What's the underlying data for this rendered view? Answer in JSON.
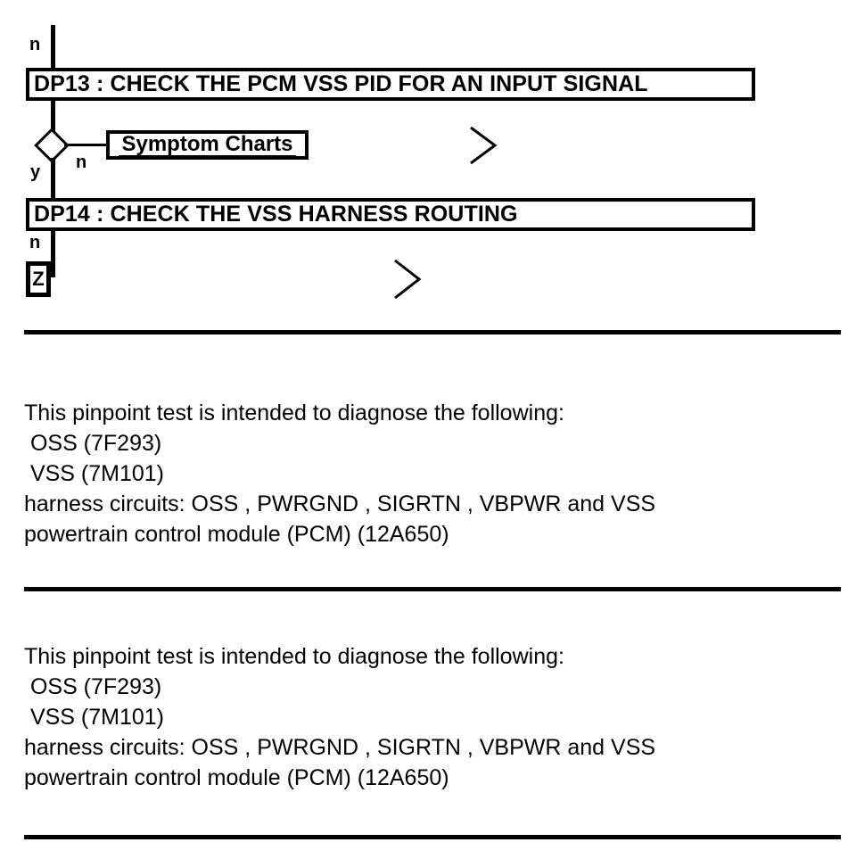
{
  "flow": {
    "top_branch_label": "n",
    "steps": [
      {
        "id": "dp13",
        "label": "DP13 : CHECK THE PCM VSS PID FOR AN INPUT SIGNAL"
      },
      {
        "id": "dp14",
        "label": "DP14 : CHECK THE VSS HARNESS ROUTING"
      }
    ],
    "decision": {
      "yes_label": "y",
      "no_label": "n"
    },
    "reference_box": {
      "label": "Symptom Charts"
    },
    "dp14_branch_label": "n",
    "tag_box": {
      "label": "Z"
    },
    "chevrons": [
      {
        "name": "continuation-chevron-1"
      },
      {
        "name": "continuation-chevron-2"
      }
    ]
  },
  "body_blocks": [
    {
      "id": "block-1",
      "lines": [
        "This pinpoint test is intended to diagnose the following:",
        " OSS (7F293)",
        " VSS (7M101)",
        "harness circuits: OSS , PWRGND , SIGRTN , VBPWR and VSS",
        "powertrain control module (PCM) (12A650)"
      ]
    },
    {
      "id": "block-2",
      "lines": [
        "This pinpoint test is intended to diagnose the following:",
        " OSS (7F293)",
        " VSS (7M101)",
        "harness circuits: OSS , PWRGND , SIGRTN , VBPWR and VSS",
        "powertrain control module (PCM) (12A650)"
      ]
    }
  ],
  "colors": {
    "ink": "#000000",
    "paper": "#ffffff"
  }
}
